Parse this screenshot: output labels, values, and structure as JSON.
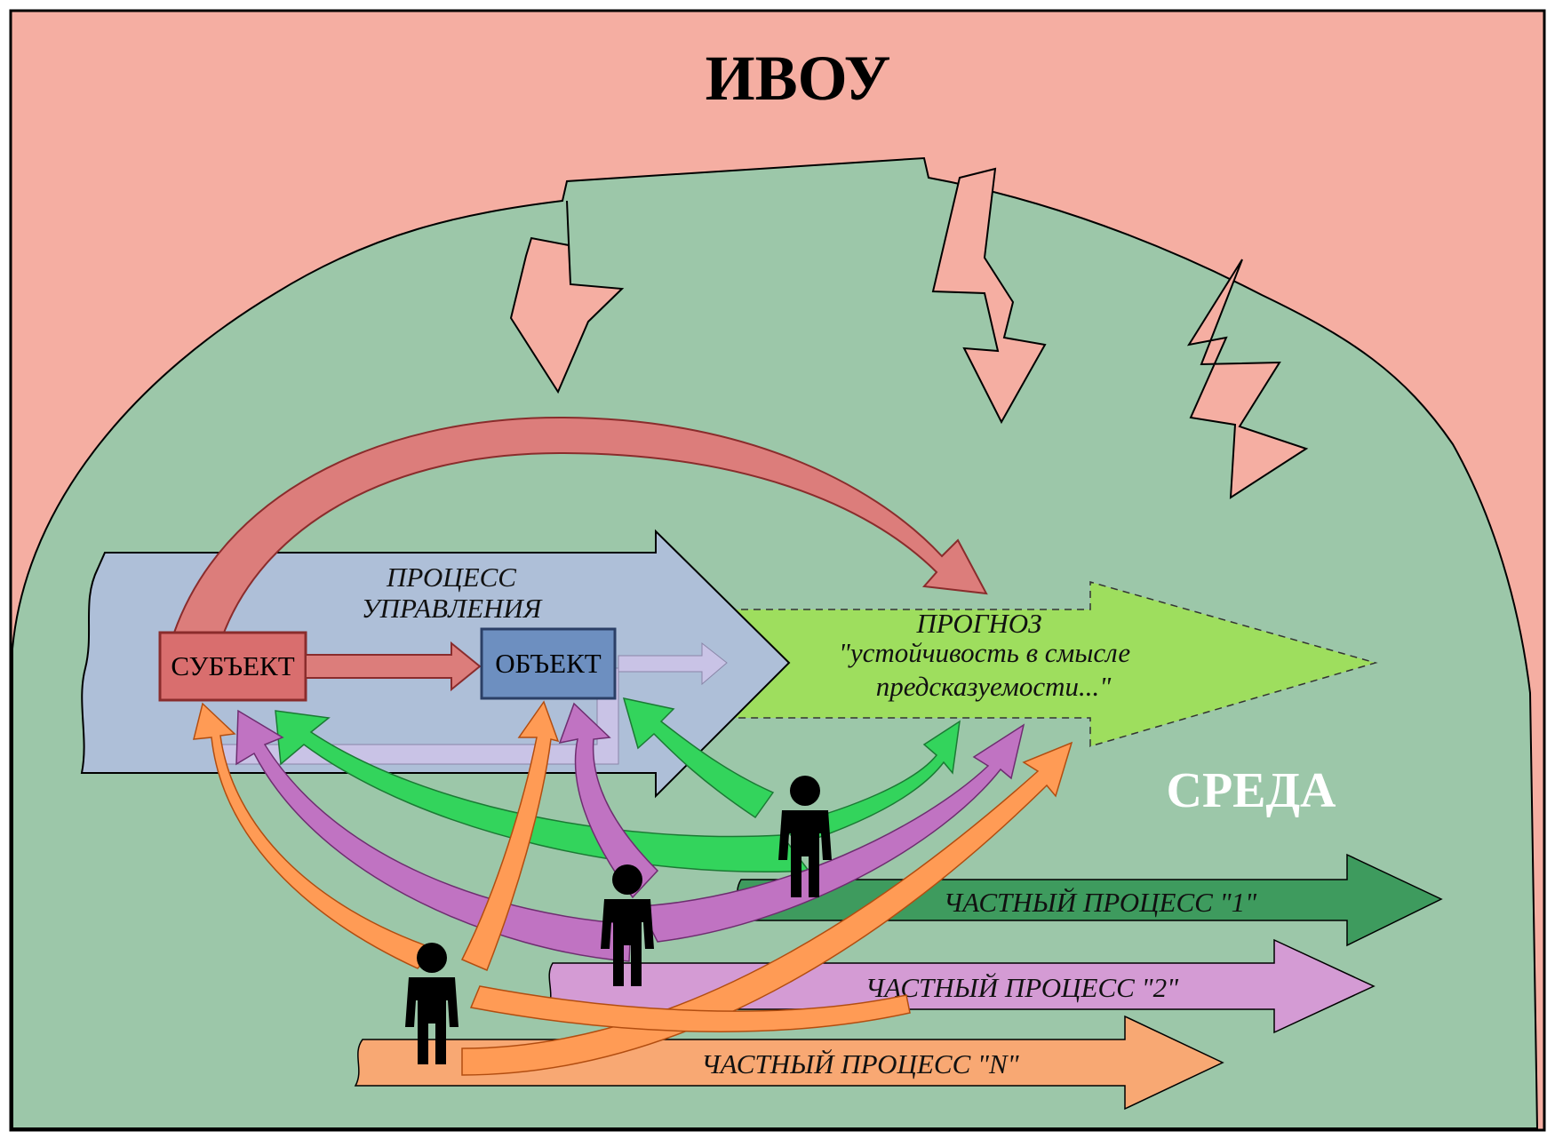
{
  "title": "ИВОУ",
  "environment_label": "СРЕДА",
  "management_process": {
    "line1": "ПРОЦЕСС",
    "line2": "УПРАВЛЕНИЯ"
  },
  "subject_label": "СУБЪЕКТ",
  "object_label": "ОБЪЕКТ",
  "forecast": {
    "title": "ПРОГНОЗ",
    "line1": "\"устойчивость в смысле",
    "line2": "предсказуемости...\""
  },
  "private_processes": [
    {
      "label": "ЧАСТНЫЙ ПРОЦЕСС \"1\""
    },
    {
      "label": "ЧАСТНЫЙ ПРОЦЕСС \"2\""
    },
    {
      "label": "ЧАСТНЫЙ ПРОЦЕСС \"N\""
    }
  ],
  "colors": {
    "outer_background": "#f5aea2",
    "environment": "#9cc7a9",
    "management_arrow": "#aebfd8",
    "subject_fill": "#d96e6e",
    "object_fill": "#6d8fc0",
    "forecast_arrow": "#9ede5e",
    "feedback_red": "#dc7d7b",
    "process_1": "#3e9b5e",
    "process_2": "#d49bd4",
    "process_n": "#f8a873",
    "green_arrows": "#33d45c",
    "purple_arrows": "#c073c2",
    "orange_arrows": "#ff9b55",
    "person": "#000000"
  }
}
